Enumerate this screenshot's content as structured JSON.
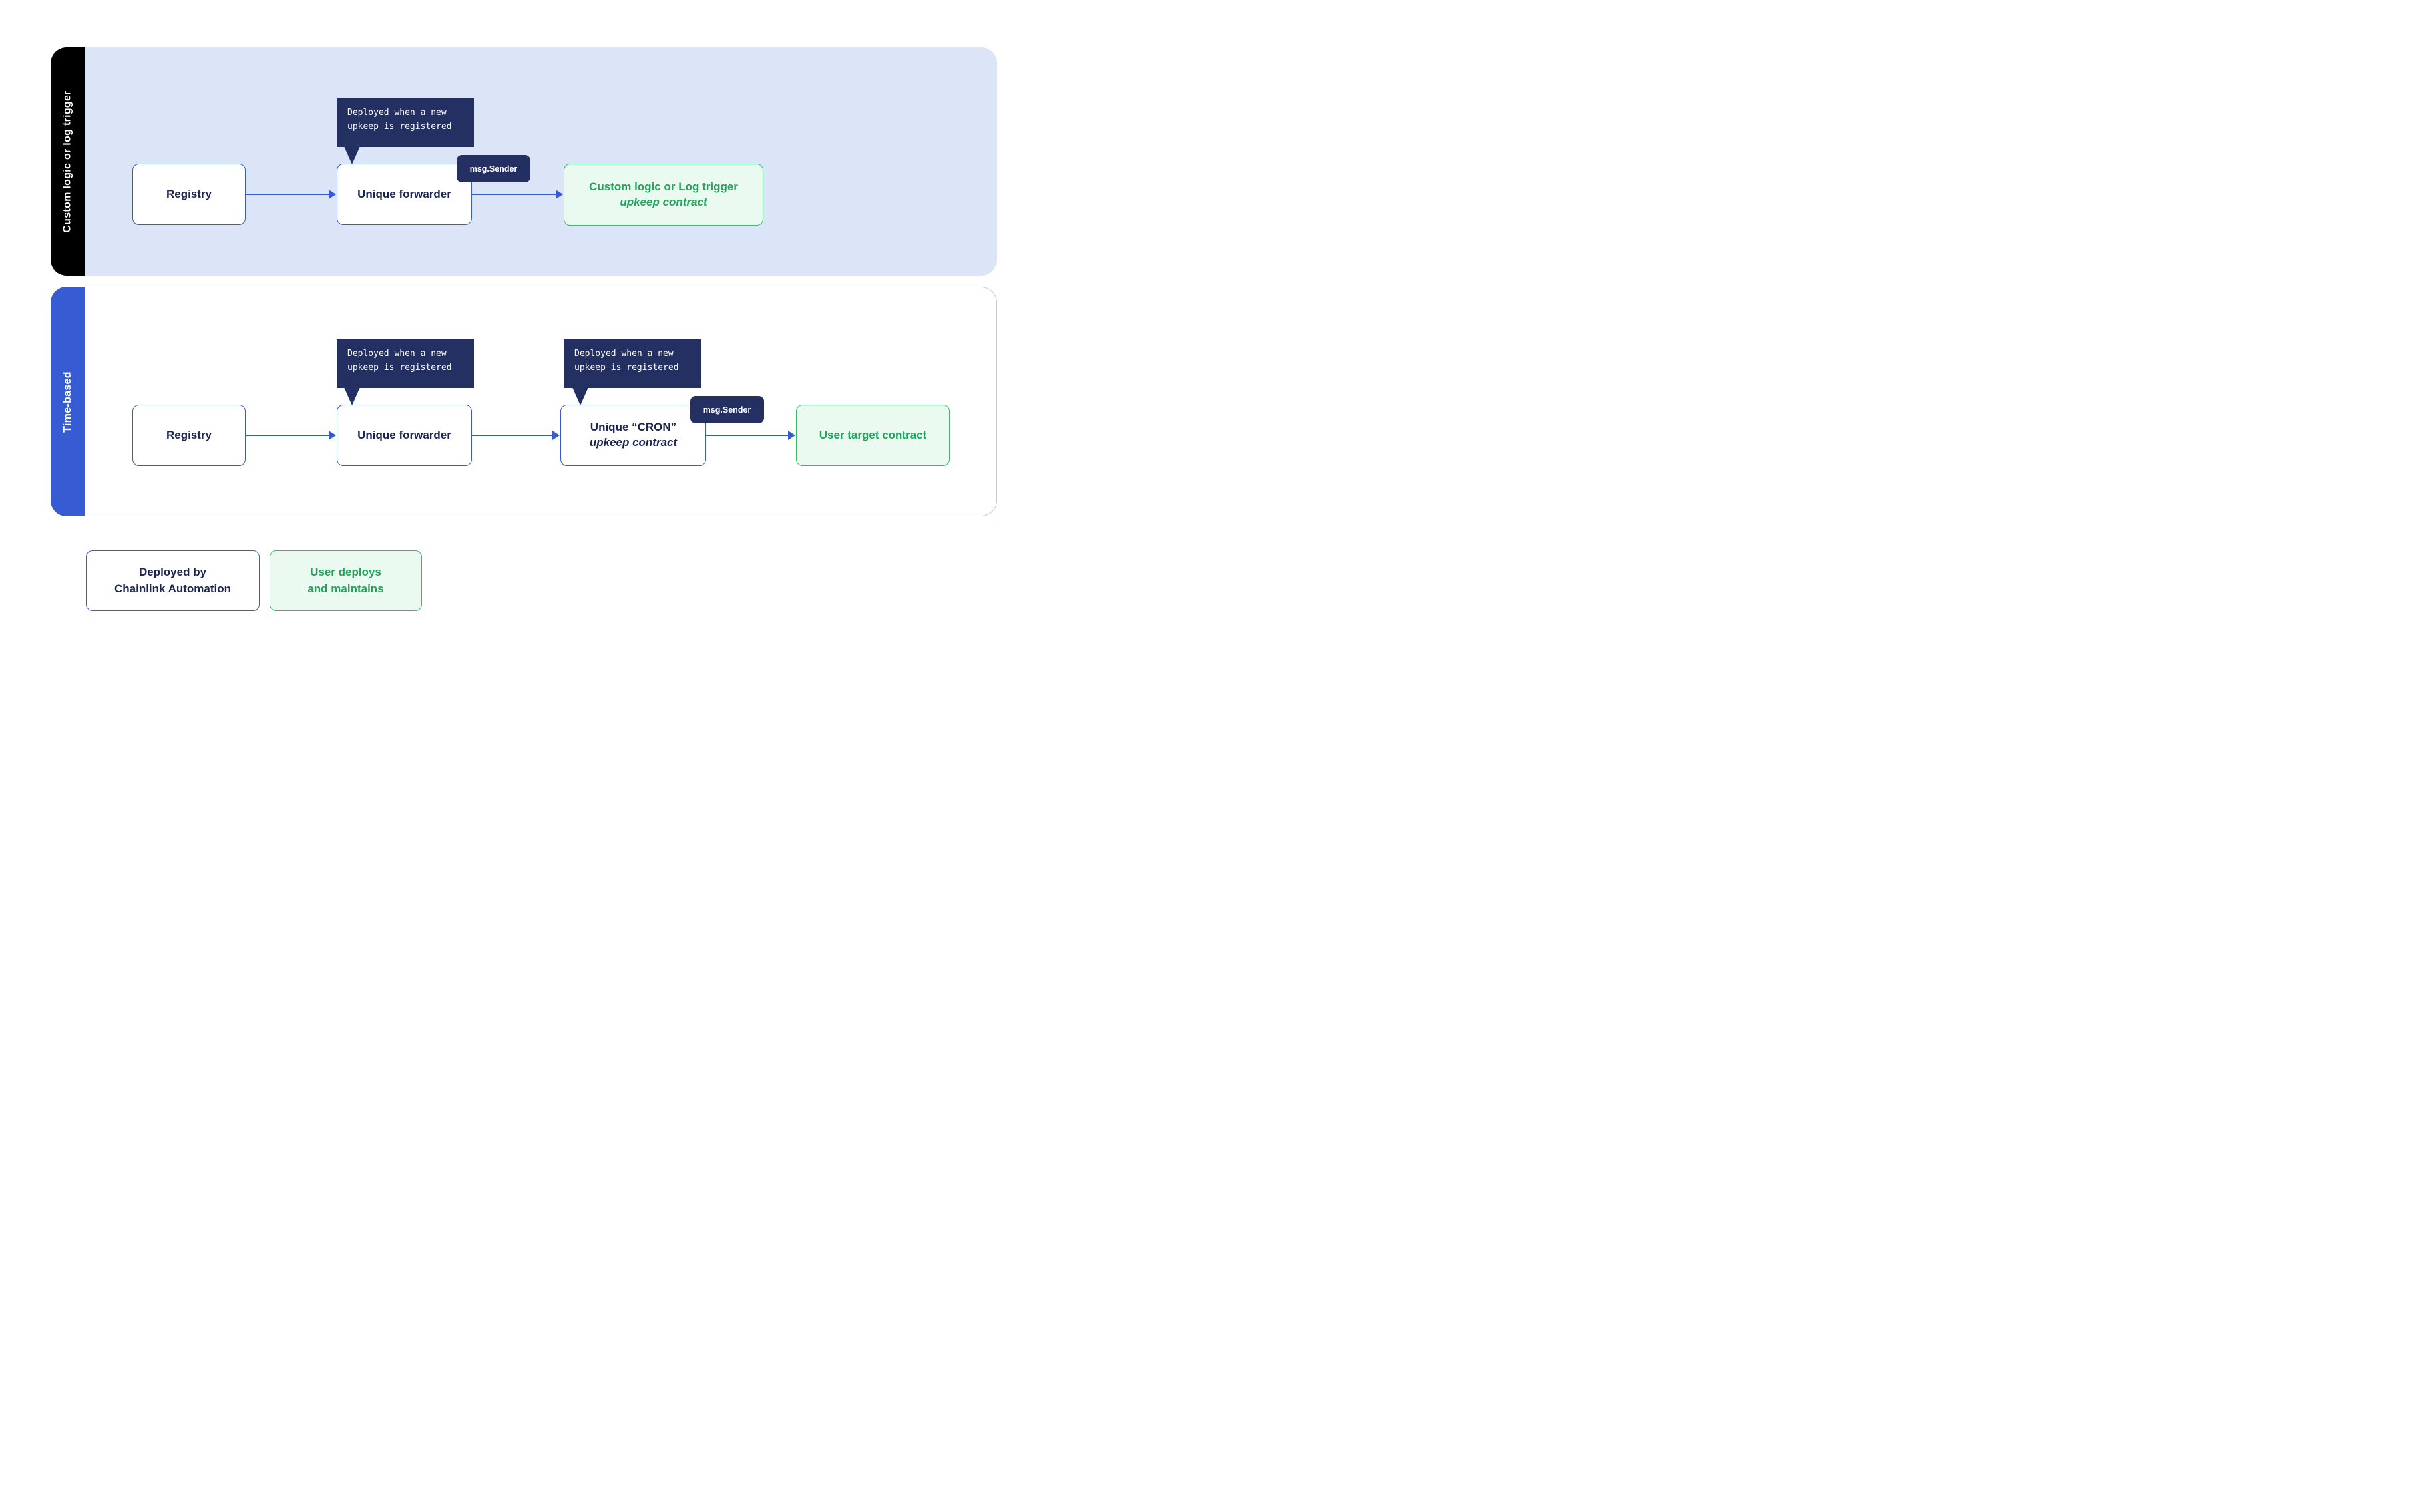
{
  "lane_custom": {
    "label": "Custom logic or log trigger",
    "registry_label": "Registry",
    "forwarder_label": "Unique forwarder",
    "tooltip_line1": "Deployed when a new",
    "tooltip_line2": "upkeep is registered",
    "badge_label": "msg.Sender",
    "contract_line1": "Custom logic or Log trigger",
    "contract_line2": "upkeep contract"
  },
  "lane_time": {
    "label": "Time-based",
    "registry_label": "Registry",
    "forwarder_label": "Unique forwarder",
    "forwarder_tooltip_line1": "Deployed when a new",
    "forwarder_tooltip_line2": "upkeep is registered",
    "cron_tooltip_line1": "Deployed when a new",
    "cron_tooltip_line2": "upkeep is registered",
    "cron_line1": "Unique “CRON”",
    "cron_line2": "upkeep contract",
    "badge_label": "msg.Sender",
    "target_label": "User target contract"
  },
  "legend": {
    "deployed_line1": "Deployed by",
    "deployed_line2": "Chainlink Automation",
    "user_line1": "User deploys",
    "user_line2": "and maintains"
  },
  "colors": {
    "chainlink_blue": "#375bd2",
    "navy_text": "#1a2450",
    "tooltip_navy": "#243061",
    "green_text": "#1fa45a",
    "green_border": "#2fbe68",
    "green_bg": "#eafaf1",
    "lavender_panel": "#dce4f8",
    "black_tab": "#000000"
  }
}
